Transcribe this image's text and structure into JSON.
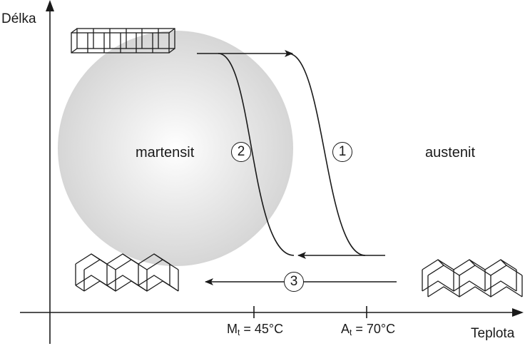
{
  "axes": {
    "y_label": "Délka",
    "x_label": "Teplota"
  },
  "regions": {
    "left": "martensit",
    "right": "austenit"
  },
  "steps": [
    "1",
    "2",
    "3"
  ],
  "ticks": [
    {
      "main": "M",
      "sub": "t",
      "rest": " = 45°C"
    },
    {
      "main": "A",
      "sub": "t",
      "rest": " = 70°C"
    }
  ],
  "icons": {
    "top_left": "stretched-cube-lattice-icon",
    "bottom_left": "twinned-cube-lattice-icon",
    "bottom_right": "twinned-cube-lattice-icon"
  },
  "colors": {
    "line": "#1a1a1a",
    "glow": "#d8d8d8"
  }
}
